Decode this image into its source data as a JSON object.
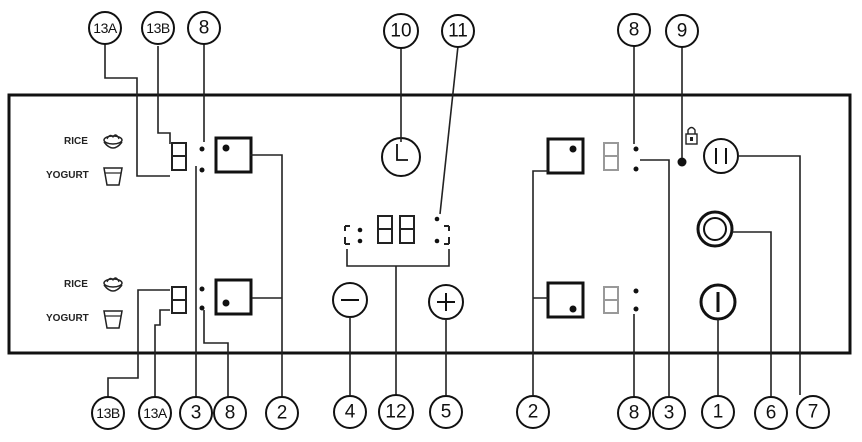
{
  "labels": {
    "rice_top": "RICE",
    "yogurt_top": "YOGURT",
    "rice_bottom": "RICE",
    "yogurt_bottom": "YOGURT"
  },
  "callouts": {
    "c13a_top": "13A",
    "c13b_top": "13B",
    "c8_top_left": "8",
    "c10": "10",
    "c11": "11",
    "c8_top_right": "8",
    "c9": "9",
    "c13b_bottom": "13B",
    "c13a_bottom": "13A",
    "c3_left": "3",
    "c8_bottom_left": "8",
    "c2_left": "2",
    "c4": "4",
    "c12": "12",
    "c5": "5",
    "c2_right": "2",
    "c8_bottom_right": "8",
    "c3_right": "3",
    "c1": "1",
    "c6": "6",
    "c7": "7"
  },
  "icons": [
    "rice-bowl-icon",
    "yogurt-cup-icon",
    "clock-icon",
    "minus-icon",
    "plus-icon",
    "pause-icon",
    "power-icon",
    "ring-knob-icon",
    "lock-icon"
  ]
}
